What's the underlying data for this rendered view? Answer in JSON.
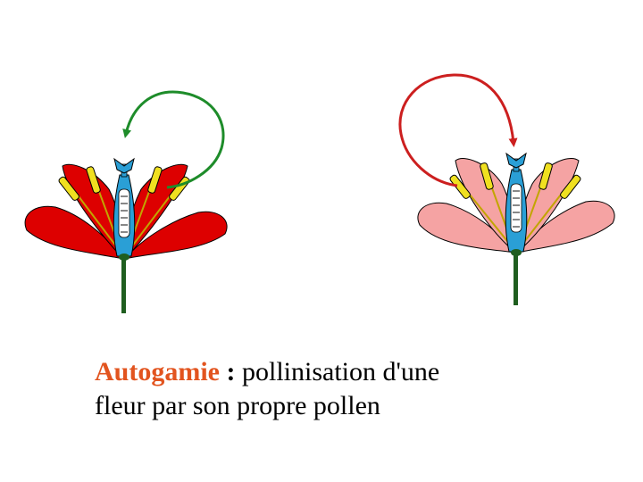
{
  "caption": {
    "term": "Autogamie",
    "separator": " :",
    "line1_rest": " pollinisation d'une",
    "line2": "fleur par son propre pollen"
  },
  "colors": {
    "term": "#e2541f",
    "flower_left_petals": "#dd0000",
    "flower_right_petals": "#f5a3a3",
    "arrow_left": "#1e8c2a",
    "arrow_right": "#cc1f1f",
    "pistil": "#2a9fd6",
    "anther": "#f0e020",
    "stem": "#1f5e1f"
  },
  "icons": [
    "green-pollination-arrow-icon",
    "red-pollination-arrow-icon"
  ]
}
